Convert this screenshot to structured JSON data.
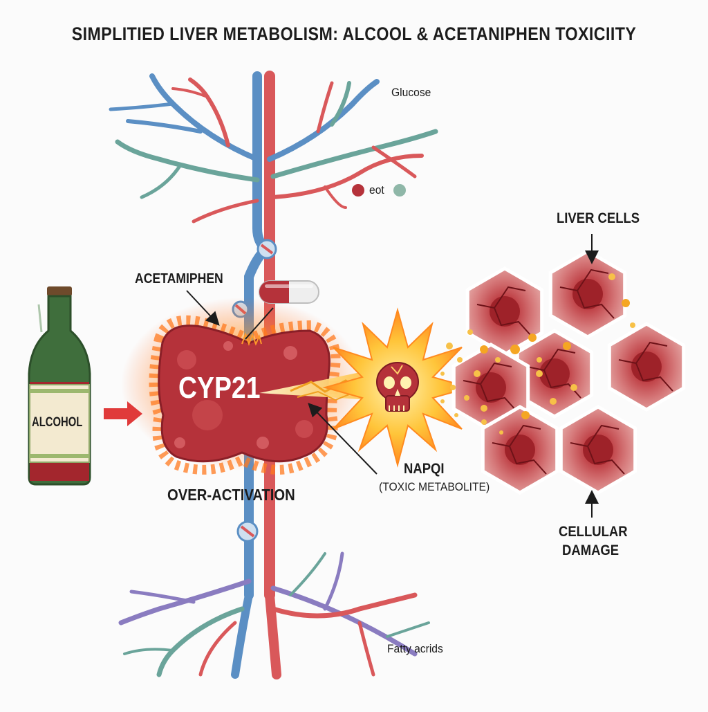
{
  "title": "SIMPLITIED LIVER METABOLISM: ALCOOL & ACETANIPHEN TOXICIITY",
  "labels": {
    "glucose": "Glucose",
    "legend_text": "eot",
    "acetaminophen": "ACETAMIPHEN",
    "liver_enzyme": "CYP21",
    "bottle_label": "ALCOHOL",
    "over_activation": "OVER-ACTIVATION",
    "napqi": "NAPQI",
    "napqi_sub": "(TOXIC METABOLITE)",
    "liver_cells": "LIVER CELLS",
    "cellular_damage_1": "CELLULAR",
    "cellular_damage_2": "DAMAGE",
    "fatty_acids": "Fatty acrids"
  },
  "colors": {
    "vessel_red": "#d9585a",
    "vessel_blue": "#5b8fc4",
    "vessel_teal": "#6aa49a",
    "liver": "#b5323a",
    "bottle_glass": "#3f6e3c",
    "alcohol_liquid": "#a3262d",
    "glow": "#ff9a2a",
    "skull": "#b5323a",
    "cell": "#c9686b",
    "arrow_red": "#e03a3a"
  },
  "icons": {
    "bottle": "wine-bottle-icon",
    "pill": "capsule-icon",
    "skull": "skull-icon"
  }
}
